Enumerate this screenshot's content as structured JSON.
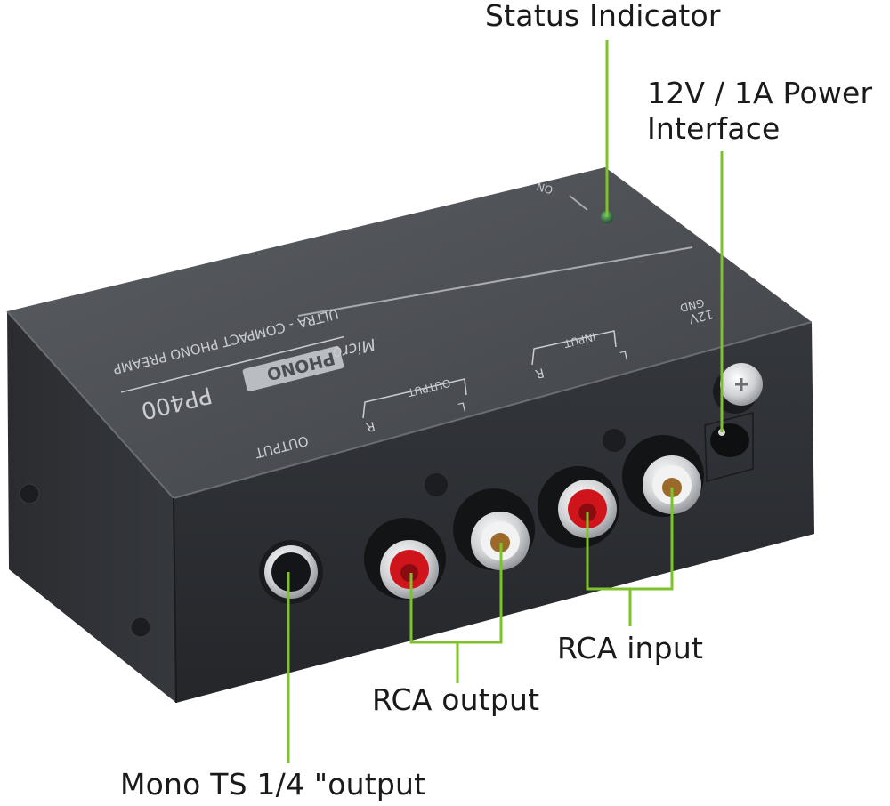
{
  "product": {
    "brand": "Micro",
    "brand_badge": "PHONO",
    "model": "PP400",
    "tagline": "ULTRA - COMPACT PHONO PREAMP",
    "silkscreen": {
      "on": "ON",
      "output_panel": "OUTPUT",
      "output_group": "OUTPUT",
      "input_group": "INPUT",
      "left": "L",
      "right": "R",
      "power": "12V",
      "ground": "GND"
    }
  },
  "callouts": {
    "status_indicator": "Status Indicator",
    "power_line1": "12V / 1A Power",
    "power_line2": "Interface",
    "rca_input": "RCA input",
    "rca_output": "RCA output",
    "mono_output": "Mono TS 1/4 \"output"
  },
  "colors": {
    "callout_line": "#7dc42a",
    "body_top": "#4a4d52",
    "body_front": "#2c2e33",
    "rca_red": "#d0141c",
    "rca_white": "#f2f2f2",
    "led": "#2e6b3a"
  }
}
